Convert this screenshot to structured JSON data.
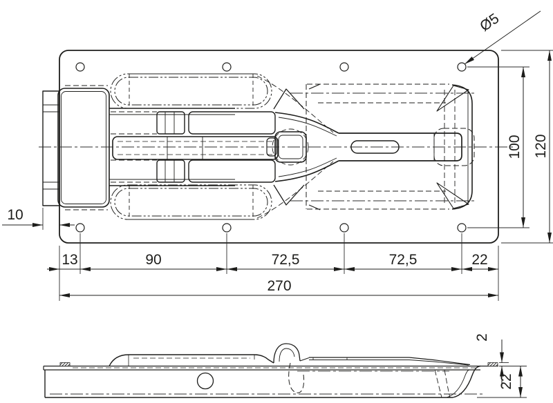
{
  "meta": {
    "drawing_type": "technical-drawing",
    "views": [
      "top-view",
      "side-view"
    ],
    "line_color": "#1d1d1b",
    "background": "#ffffff"
  },
  "dimensions": {
    "dia5": "Ø5",
    "v100": "100",
    "v120": "120",
    "d10": "10",
    "d13": "13",
    "d90": "90",
    "d72a": "72,5",
    "d72b": "72,5",
    "d22": "22",
    "d270": "270",
    "t2": "2",
    "h22": "22"
  }
}
